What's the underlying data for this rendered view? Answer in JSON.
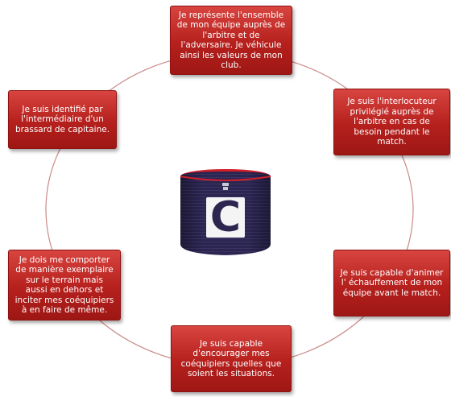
{
  "diagram": {
    "ring_color": "#c98a88",
    "box_color": "#b5201d",
    "roles": {
      "top": "Je représente l'ensemble de mon équipe auprès de l'arbitre et de l'adversaire. Je  véhicule ainsi les valeurs de mon club.",
      "top_left": "Je suis identifié par l'intermédiaire d'un brassard de capitaine.",
      "top_right": "Je suis l'interlocuteur privilégié auprès de l'arbitre en cas de besoin pendant le match.",
      "bottom_left": "Je dois me comporter de manière exemplaire sur le terrain mais aussi en dehors et inciter mes coéquipiers à en faire de même.",
      "bottom_right": "Je suis capable d'animer l' échauffement de mon équipe avant le match.",
      "bottom": "Je suis capable d'encourager mes coéquipiers quelles que soient les situations."
    },
    "armband": {
      "letter": "C",
      "band_color": "#2b2550",
      "edge_color": "#d11f2a",
      "letter_color": "#ffffff"
    }
  }
}
